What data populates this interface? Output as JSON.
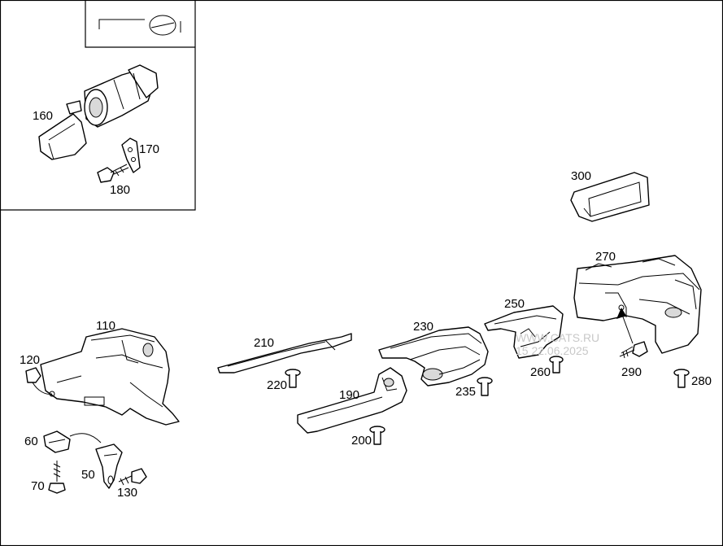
{
  "labels": {
    "p160": "160",
    "p170": "170",
    "p180": "180",
    "p300": "300",
    "p270": "270",
    "p250": "250",
    "p230": "230",
    "p210": "210",
    "p110": "110",
    "p120": "120",
    "p220": "220",
    "p190": "190",
    "p235": "235",
    "p260": "260",
    "p290": "290",
    "p280": "280",
    "p200": "200",
    "p60": "60",
    "p50": "50",
    "p70": "70",
    "p130": "130"
  },
  "watermark": {
    "line1": "WWW.CATS.RU",
    "line2": "15 22.06.2025"
  }
}
